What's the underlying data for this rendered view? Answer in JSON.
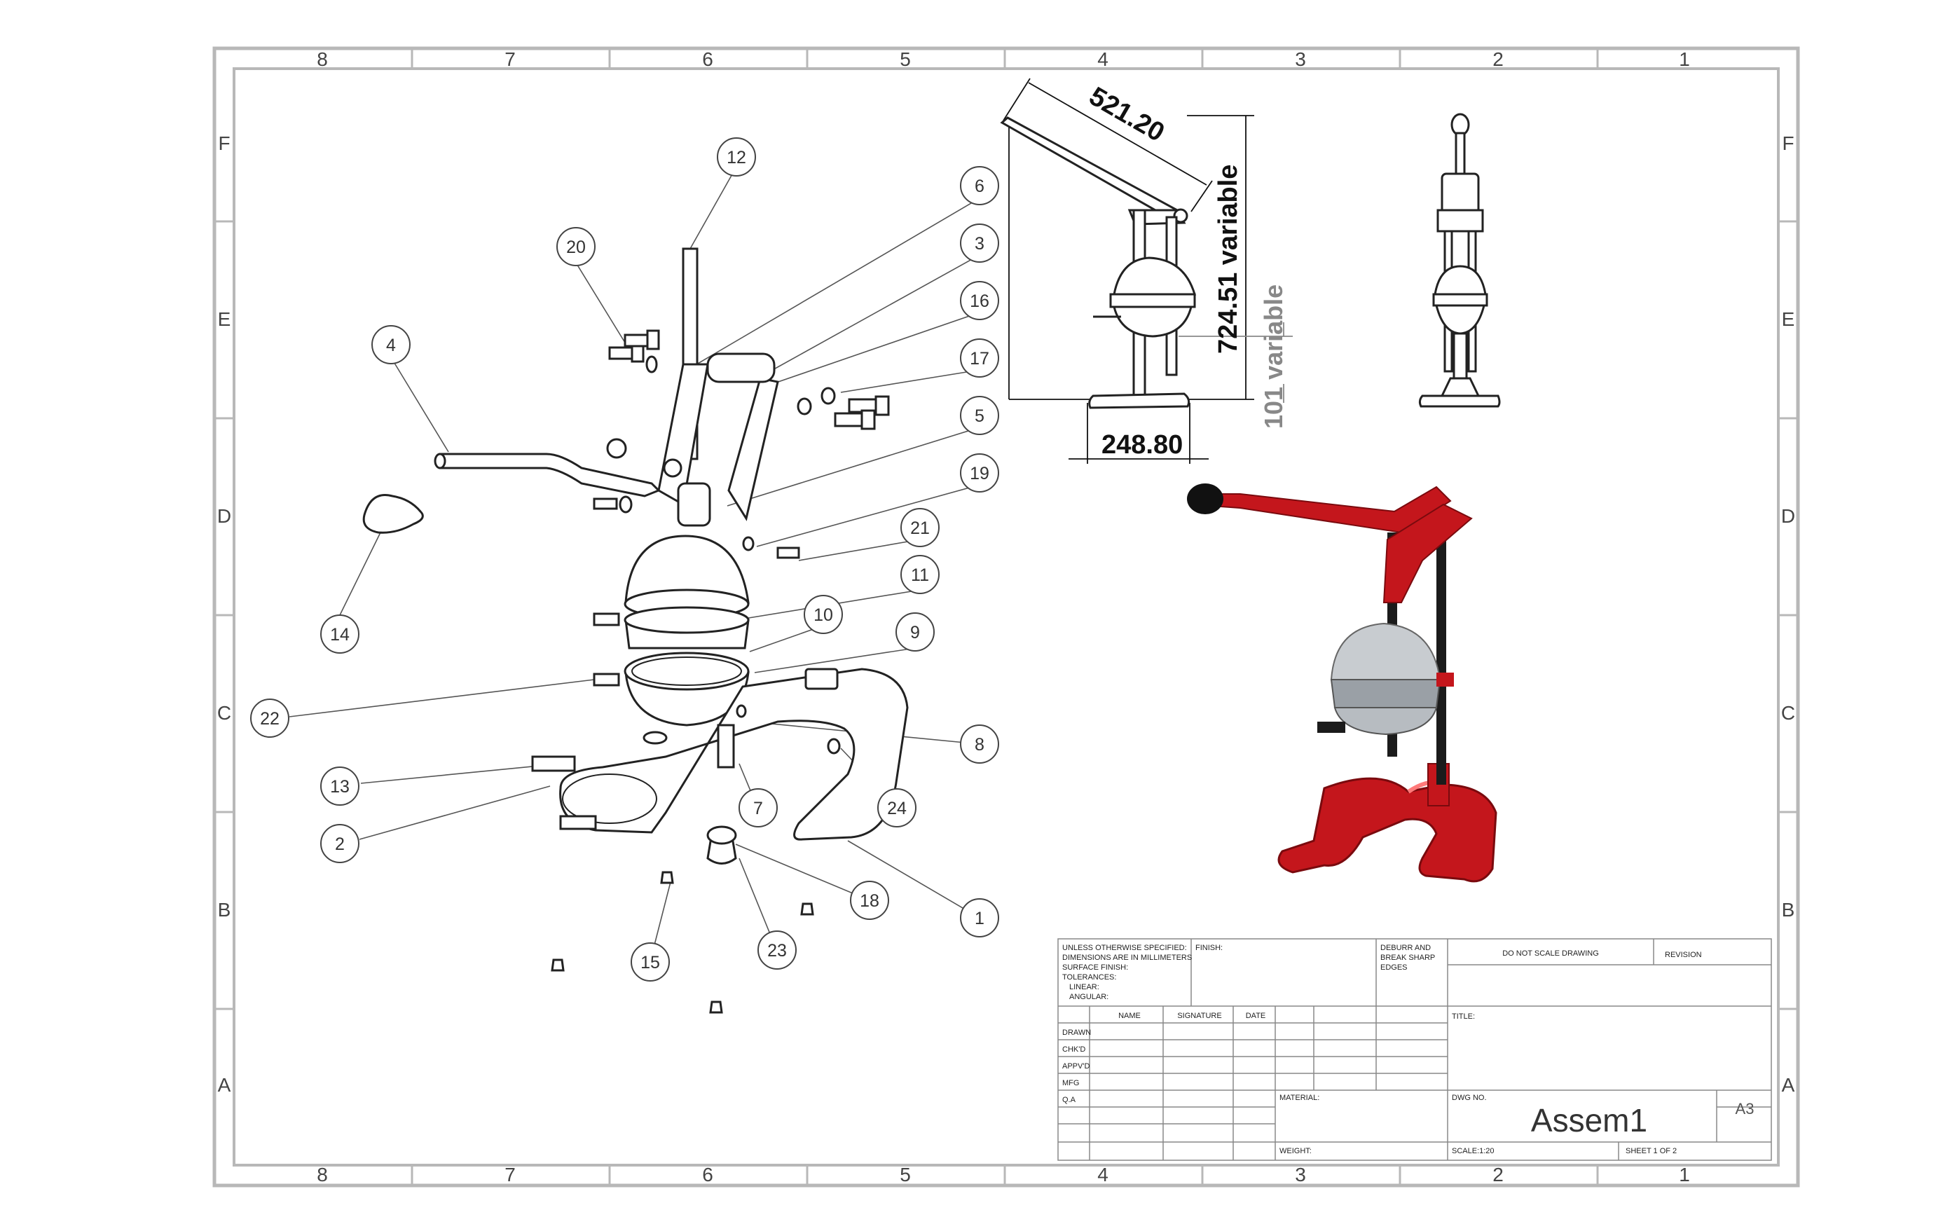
{
  "zones": {
    "columns": [
      "8",
      "7",
      "6",
      "5",
      "4",
      "3",
      "2",
      "1"
    ],
    "rows": [
      "F",
      "E",
      "D",
      "C",
      "B",
      "A"
    ]
  },
  "balloons": [
    "12",
    "20",
    "6",
    "3",
    "16",
    "4",
    "17",
    "5",
    "19",
    "14",
    "21",
    "11",
    "10",
    "9",
    "22",
    "8",
    "13",
    "7",
    "24",
    "2",
    "18",
    "1",
    "15",
    "23"
  ],
  "dimensions": {
    "top_length": "521.20",
    "height": "724.51 variable",
    "base_height": "101 variable",
    "base_width": "248.80"
  },
  "title_block": {
    "notes": [
      "UNLESS OTHERWISE SPECIFIED:",
      "DIMENSIONS ARE IN MILLIMETERS",
      "SURFACE FINISH:",
      "TOLERANCES:",
      "LINEAR:",
      "ANGULAR:"
    ],
    "finish_label": "FINISH:",
    "deburr": [
      "DEBURR AND",
      "BREAK SHARP",
      "EDGES"
    ],
    "do_not_scale": "DO NOT SCALE DRAWING",
    "revision_label": "REVISION",
    "columns": [
      "NAME",
      "SIGNATURE",
      "DATE"
    ],
    "roles": [
      "DRAWN",
      "CHK'D",
      "APPV'D",
      "MFG",
      "Q.A"
    ],
    "title_label": "TITLE:",
    "material_label": "MATERIAL:",
    "dwg_no_label": "DWG NO.",
    "dwg_no": "Assem1",
    "size": "A3",
    "weight_label": "WEIGHT:",
    "scale": "SCALE:1:20",
    "sheet": "SHEET 1 OF 2"
  },
  "colors": {
    "frame": "#b8b8b8",
    "line": "#222222",
    "render_red": "#c4161c",
    "render_dark": "#1b1b1b",
    "render_silver": "#c8ccd0"
  }
}
